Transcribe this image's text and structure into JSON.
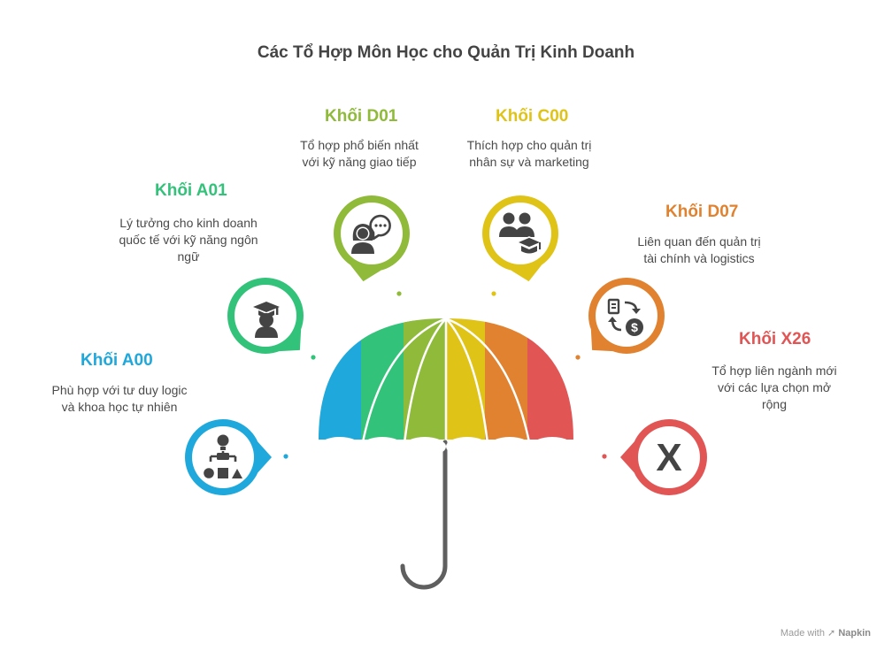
{
  "title": "Các Tổ Hợp Môn Học cho Quản Trị Kinh Doanh",
  "groups": [
    {
      "name": "Khối A00",
      "description": "Phù hợp với tư duy logic\nvà khoa học tự nhiên",
      "color": "#1fa8db",
      "icon": "hierarchy-shapes-icon"
    },
    {
      "name": "Khối A01",
      "description": "Lý tưởng cho kinh doanh\nquốc tế với kỹ năng ngôn\nngữ",
      "color": "#33c27a",
      "icon": "graduate-icon"
    },
    {
      "name": "Khối D01",
      "description": "Tổ hợp phổ biến nhất\nvới kỹ năng giao tiếp",
      "color": "#8fba3a",
      "icon": "speaking-person-icon"
    },
    {
      "name": "Khối C00",
      "description": "Thích hợp cho quản trị\nnhân sự và marketing",
      "color": "#dfc417",
      "icon": "people-graduate-icon"
    },
    {
      "name": "Khối D07",
      "description": "Liên quan đến quản trị\ntài chính và logistics",
      "color": "#e0822f",
      "icon": "finance-exchange-icon"
    },
    {
      "name": "Khối X26",
      "description": "Tổ hợp liên ngành mới\nvới các lựa chọn mở\nrộng",
      "color": "#e15555",
      "icon": "x-letter-icon"
    }
  ],
  "x_letter": "X",
  "watermark": {
    "prefix": "Made with",
    "brand": "Napkin"
  }
}
